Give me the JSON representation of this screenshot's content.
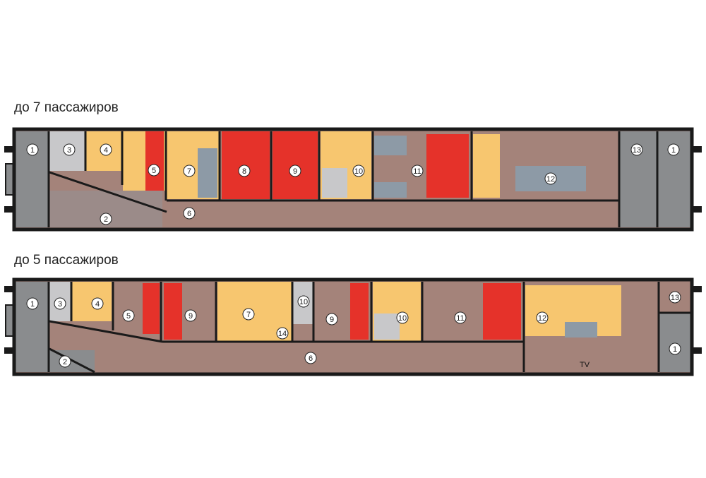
{
  "plans": [
    {
      "title": "до 7 пассажиров",
      "labels": [
        "1",
        "3",
        "4",
        "5",
        "7",
        "8",
        "9",
        "10",
        "11",
        "12",
        "13",
        "1",
        "2",
        "6"
      ]
    },
    {
      "title": "до 5 пассажиров",
      "labels": [
        "1",
        "3",
        "4",
        "5",
        "9",
        "7",
        "10",
        "9",
        "10",
        "11",
        "12",
        "13",
        "1",
        "2",
        "6",
        "14"
      ],
      "tv_label": "TV"
    }
  ],
  "colors": {
    "floor": "#a4837a",
    "vestibule": "#8a8c8e",
    "wall": "#1a1a1a",
    "bed": "#e5322a",
    "furniture": "#f7c66f",
    "upholstery": "#8d9aa6",
    "bath": "#c8c8ca"
  }
}
